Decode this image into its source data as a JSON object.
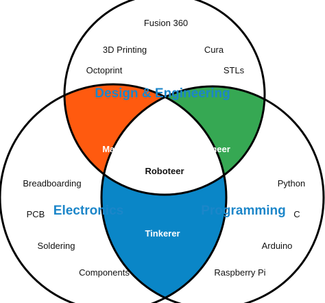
{
  "colors": {
    "title_blue": "#1c86c9",
    "maker_orange": "#ff5a0f",
    "engineer_green": "#36a853",
    "tinkerer_blue": "#0a86c7",
    "outline": "#000000",
    "center_fill": "#ffffff"
  },
  "circles": {
    "design": {
      "title": "Design & Engineering",
      "items": [
        "Fusion 360",
        "3D Printing",
        "Cura",
        "Octoprint",
        "STLs"
      ]
    },
    "electronics": {
      "title": "Electronics",
      "items": [
        "Breadboarding",
        "PCB",
        "Soldering",
        "Components"
      ]
    },
    "programming": {
      "title": "Programming",
      "items": [
        "Python",
        "C",
        "Arduino",
        "Raspberry Pi"
      ]
    }
  },
  "intersections": {
    "maker": "Maker",
    "engineer": "Engineer",
    "tinkerer": "Tinkerer",
    "center": "Roboteer"
  }
}
